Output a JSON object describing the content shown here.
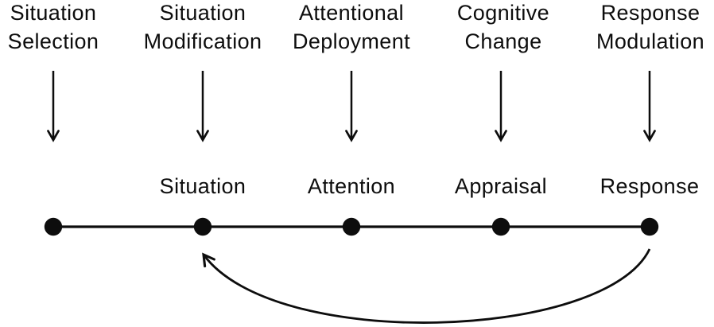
{
  "process_model": {
    "colors": {
      "ink": "#0d0d0d",
      "background": "#ffffff"
    },
    "strategies": [
      {
        "line1": "Situation",
        "line2": "Selection"
      },
      {
        "line1": "Situation",
        "line2": "Modification"
      },
      {
        "line1": "Attentional",
        "line2": "Deployment"
      },
      {
        "line1": "Cognitive",
        "line2": "Change"
      },
      {
        "line1": "Response",
        "line2": "Modulation"
      }
    ],
    "timeline_nodes": [
      "Situation",
      "Attention",
      "Appraisal",
      "Response"
    ],
    "feedback_arrow": {
      "from": "Response",
      "to": "Situation"
    }
  }
}
